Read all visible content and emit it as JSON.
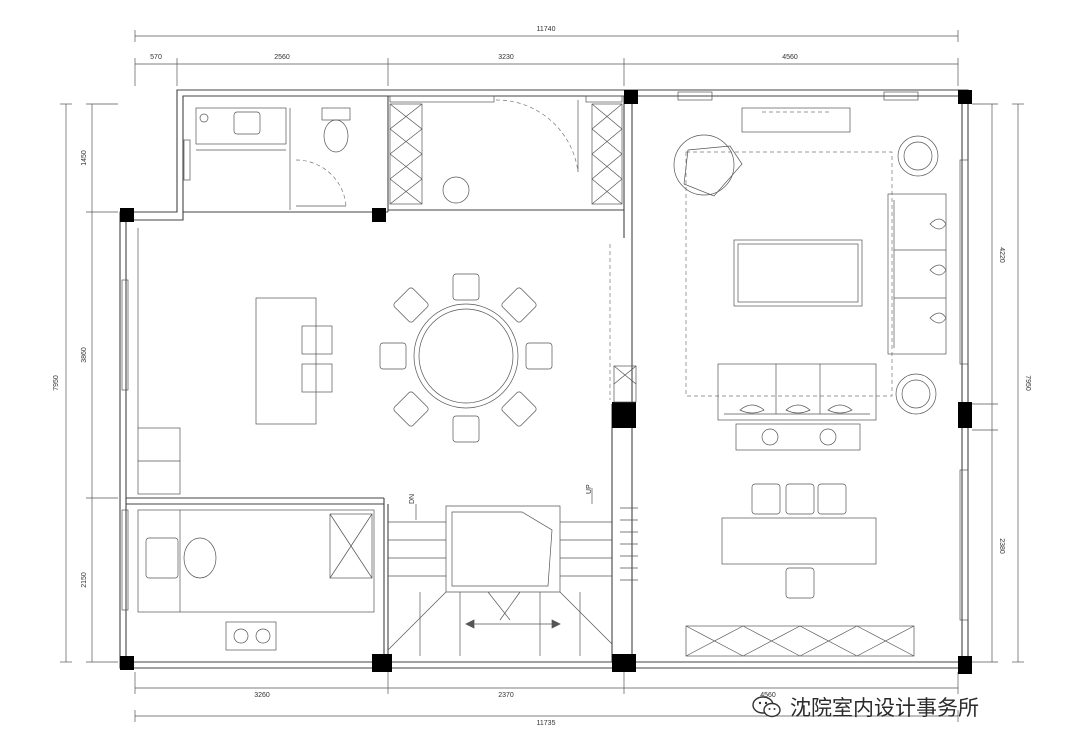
{
  "dimensions": {
    "top_total": "11740",
    "top_segments": [
      "570",
      "2560",
      "3230",
      "4560"
    ],
    "bottom_total": "11735",
    "bottom_segments": [
      "3260",
      "2370",
      "4560"
    ],
    "left_total": "7950",
    "left_segments": [
      "1450",
      "3860",
      "2150"
    ],
    "right_total": "7950",
    "right_segments": [
      "4220",
      "2380"
    ]
  },
  "stair_labels": {
    "down": "DN",
    "up": "UP"
  },
  "watermark": {
    "text": "沈院室内设计事务所",
    "icon": "wechat-icon"
  }
}
